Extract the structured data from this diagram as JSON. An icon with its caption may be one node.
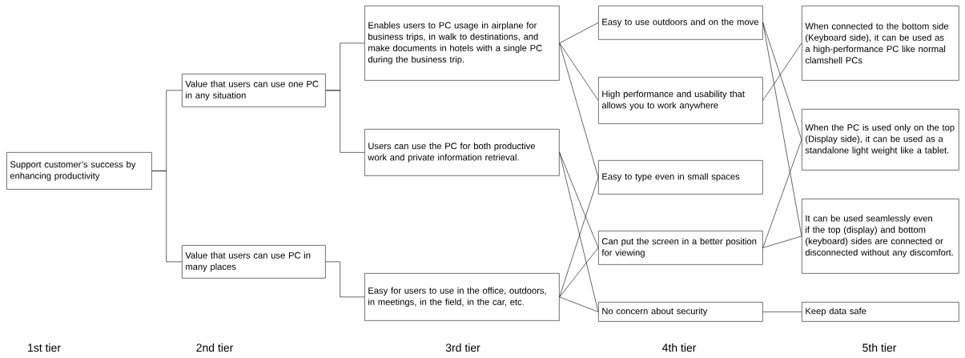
{
  "diagram": {
    "nodes": [
      {
        "text": [
          "Support customer’s success by enhancing productivity"
        ]
      },
      {
        "text": [
          "Value that users can use one PC in any situation"
        ]
      },
      {
        "text": [
          "Value that users can use PC in many places"
        ]
      },
      {
        "text": [
          "Enables users to PC usage in airplane for business trips, in walk to destinations, and make documents in hotels with a single PC during the business trip."
        ]
      },
      {
        "text": [
          "Users can use the PC for both productive work and private information retrieval."
        ]
      },
      {
        "text": [
          "Easy for users to use in the office, outdoors, in meetings, in the field, in the car, etc."
        ]
      },
      {
        "text": [
          "Easy to use outdoors and on the move"
        ]
      },
      {
        "text": [
          "High performance and usability that allows you to work anywhere"
        ]
      },
      {
        "text": [
          "Easy to type even in small spaces"
        ]
      },
      {
        "text": [
          "Can put the screen in a better position for viewing"
        ]
      },
      {
        "text": [
          "No concern about security"
        ]
      },
      {
        "text": [
          "When connected to the bottom side (Keyboard side), it can be used as a high-performance PC like normal clamshell PCs"
        ]
      },
      {
        "text": [
          "When the PC is used only on the top (Display side), it can be used as a standalone light weight like a tablet."
        ]
      },
      {
        "text": [
          "It can be used seamlessly even if the top (display) and bottom (keyboard) sides are connected or disconnected without any discomfort."
        ]
      },
      {
        "text": [
          "Keep data safe"
        ]
      }
    ],
    "edges": [
      {
        "from": 0,
        "to": 1,
        "arrow": "none"
      },
      {
        "from": 0,
        "to": 2,
        "arrow": "none"
      },
      {
        "from": 1,
        "to": 3,
        "arrow": "none"
      },
      {
        "from": 1,
        "to": 4,
        "arrow": "none"
      },
      {
        "from": 2,
        "to": 5,
        "arrow": "none"
      },
      {
        "from": 3,
        "to": 6,
        "arrow": "none"
      },
      {
        "from": 3,
        "to": 7,
        "arrow": "none"
      },
      {
        "from": 3,
        "to": 8,
        "arrow": "none"
      },
      {
        "from": 4,
        "to": 9,
        "arrow": "none"
      },
      {
        "from": 4,
        "to": 10,
        "arrow": "none"
      },
      {
        "from": 5,
        "to": 8,
        "arrow": "none"
      },
      {
        "from": 5,
        "to": 9,
        "arrow": "none"
      },
      {
        "from": 5,
        "to": 10,
        "arrow": "none"
      },
      {
        "from": 6,
        "to": 12,
        "arrow": "none"
      },
      {
        "from": 6,
        "to": 13,
        "arrow": "none"
      },
      {
        "from": 7,
        "to": 11,
        "arrow": "none"
      },
      {
        "from": 9,
        "to": 12,
        "arrow": "none"
      },
      {
        "from": 9,
        "to": 13,
        "arrow": "none"
      },
      {
        "from": 10,
        "to": 14,
        "arrow": "none"
      }
    ],
    "labels": [
      "1st tier",
      "2nd tier",
      "3rd tier",
      "4th tier",
      "5th tier"
    ]
  }
}
